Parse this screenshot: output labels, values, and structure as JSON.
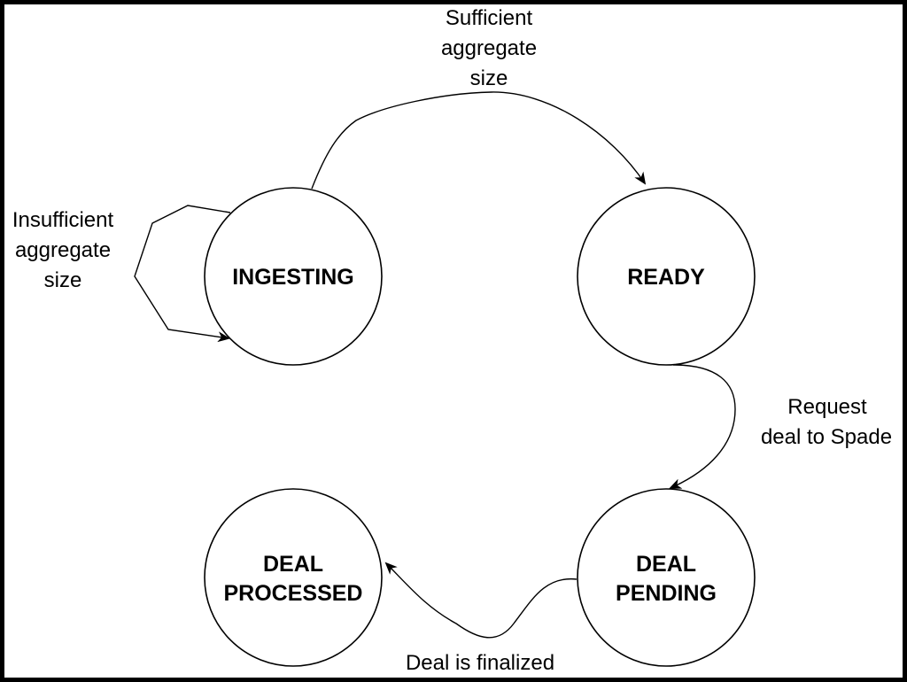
{
  "states": {
    "ingesting": [
      "INGESTING"
    ],
    "ready": [
      "READY"
    ],
    "deal_pending": [
      "DEAL",
      "PENDING"
    ],
    "deal_processed": [
      "DEAL",
      "PROCESSED"
    ]
  },
  "transitions": {
    "insufficient": [
      "Insufficient",
      "aggregate",
      "size"
    ],
    "sufficient": [
      "Sufficient",
      "aggregate",
      "size"
    ],
    "request_deal": [
      "Request",
      "deal to Spade"
    ],
    "finalized": [
      "Deal is finalized"
    ]
  }
}
